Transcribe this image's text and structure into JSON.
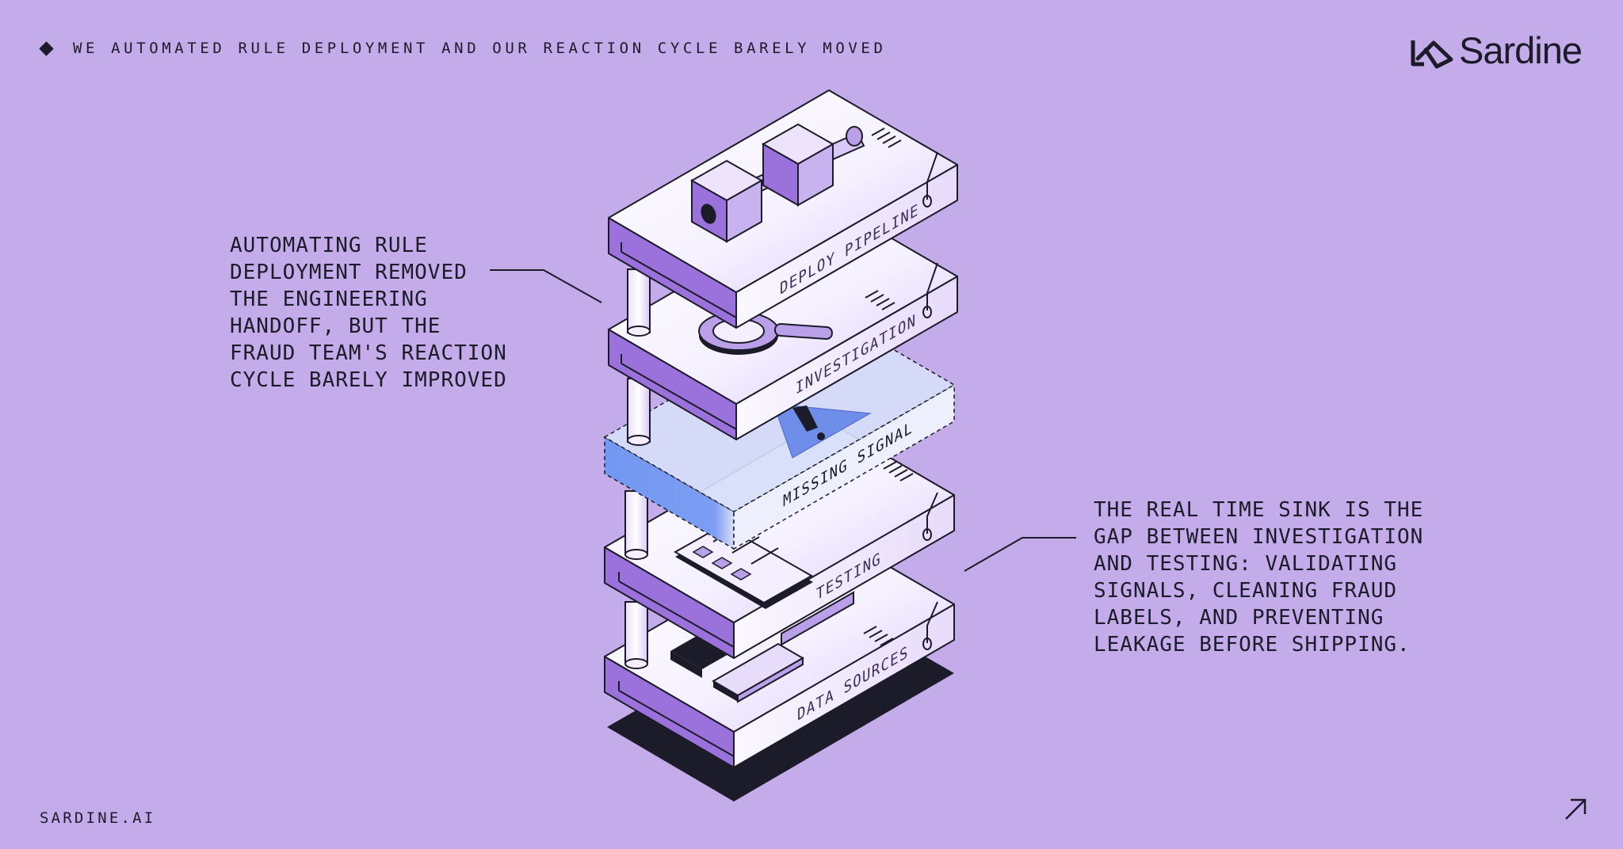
{
  "header": {
    "title": "WE AUTOMATED RULE DEPLOYMENT AND OUR REACTION CYCLE BARELY MOVED",
    "icon": "diamond-icon"
  },
  "logo": {
    "text": "Sardine",
    "icon": "sardine-logo-icon"
  },
  "callouts": {
    "left": "AUTOMATING RULE\nDEPLOYMENT REMOVED\nTHE ENGINEERING\nHANDOFF, BUT THE\nFRAUD TEAM'S REACTION\nCYCLE BARELY IMPROVED",
    "right": "THE REAL TIME SINK IS THE\nGAP BETWEEN INVESTIGATION\nAND TESTING: VALIDATING\nSIGNALS, CLEANING FRAUD\nLABELS, AND PREVENTING\nLEAKAGE BEFORE SHIPPING."
  },
  "layers": {
    "deploy": "DEPLOY PIPELINE",
    "investigation": "INVESTIGATION",
    "missing": "MISSING SIGNAL",
    "testing": "TESTING",
    "data": "DATA SOURCES"
  },
  "footer": {
    "text": "SARDINE.AI"
  },
  "arrow": {
    "icon": "arrow-up-right-icon"
  },
  "colors": {
    "background": "#C4ACEA",
    "ink": "#1B1B2A",
    "violet": "#9B72DC",
    "slab_light": "#F4EEFF",
    "missing_top": "#D6DDF8",
    "missing_side": "#7C9DF2"
  }
}
